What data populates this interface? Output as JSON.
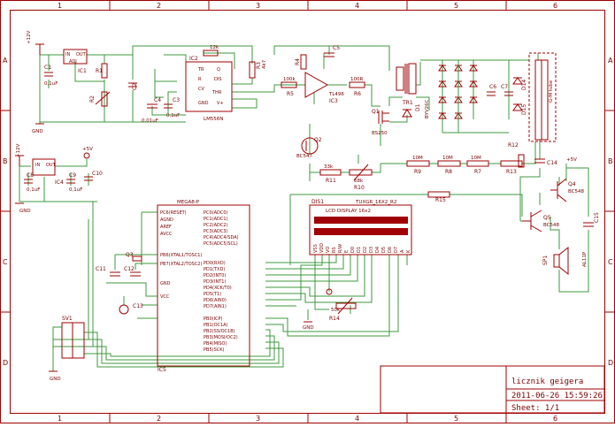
{
  "grid": {
    "columns": [
      "1",
      "2",
      "3",
      "4",
      "5",
      "6"
    ],
    "rows": [
      "A",
      "B",
      "C",
      "D"
    ]
  },
  "title_block": {
    "title": "licznik geigera",
    "datetime": "2011-06-26 15:59:26",
    "sheet": "Sheet: 1/1"
  },
  "power": {
    "vin": "+12V",
    "v12": "+12V",
    "v5a": "+5V",
    "v5b": "+5V",
    "gnd": "GND"
  },
  "parts": {
    "ic1": "IC1",
    "ic1_in": "IN",
    "ic1_out": "OUT",
    "ic1_adj": "ADJ",
    "c1": "C1",
    "c1v": "0,1uF",
    "r1": "R1",
    "r2": "R2",
    "c2": "C2",
    "ic2": "IC2",
    "ic2_type": "LM556N",
    "r_12k": "12k",
    "r3": "R3",
    "r3v": "4k7",
    "c3": "C3",
    "c3v": "0,1uF",
    "c4": "C4",
    "c4v": "0,01uF",
    "c5": "C5",
    "r4": "R4",
    "r5": "R5",
    "r5v": "100k",
    "ic3": "IC3",
    "ic3_type": "TL496",
    "r6": "R6",
    "r6v": "100R",
    "q1": "Q1",
    "q1_type": "BS250",
    "d1": "D1",
    "d1_type": "BYV26C",
    "tr1": "TR1",
    "q2": "Q2",
    "q2_type": "BC547",
    "r11": "R11",
    "r11v": "33k",
    "r10": "R10",
    "r10v": "68k",
    "r9": "R9",
    "r9v": "10M",
    "r8": "R8",
    "r8v": "10M",
    "r7": "R7",
    "r7v": "10M",
    "c6": "C6",
    "c7": "C7",
    "d14": "D14",
    "d15": "D15",
    "gm": "G-M tube",
    "r12": "R12",
    "r13": "R13",
    "c14": "C14",
    "c15": "C15",
    "q4": "Q4",
    "q4_type": "BC548",
    "q5": "Q5",
    "q5_type": "BC548",
    "sp1": "SP1",
    "sp1_type": "AL11P",
    "ic4": "IC4",
    "ic4_in": "IN",
    "ic4_out": "OUT",
    "c8": "C8",
    "c8v": "0,1uF",
    "c9": "C9",
    "c9v": "0,1uF",
    "c10": "C10",
    "mcu": "MEGA8-P",
    "c11": "C11",
    "c12": "C12",
    "q3": "Q3",
    "c13": "C13",
    "r14": "R14",
    "r14v": "50k",
    "dis": "DIS1",
    "dis_part": "TUXGR_16X2_R2",
    "dis_title": "LCD DISPLAY 16x2",
    "r15": "R15",
    "sv1": "SV1",
    "ic5": "IC5"
  },
  "mcu_pins_left": [
    "PC6(RESET)",
    "AGND",
    "AREF",
    "AVCC",
    "PB6(XTAL1/TOSC1)",
    "PB7(XTAL2/TOSC2)",
    "GND",
    "VCC"
  ],
  "mcu_pins_right": [
    "PC0(ADC0)",
    "PC1(ADC1)",
    "PC2(ADC2)",
    "PC3(ADC3)",
    "PC4(ADC4/SDA)",
    "PC5(ADC5/SCL)",
    "PD0(RXD)",
    "PD1(TXD)",
    "PD2(INT0)",
    "PD3(INT1)",
    "PD4(XCK/T0)",
    "PD5(T1)",
    "PD6(AIN0)",
    "PD7(AIN1)",
    "PB0(ICP)",
    "PB1(OC1A)",
    "PB2(SS/OC1B)",
    "PB3(MOSI/OC2)",
    "PB4(MISO)",
    "PB5(SCK)"
  ],
  "lcd_pins": [
    "VSS",
    "VDD",
    "VO",
    "RS",
    "R/W",
    "E",
    "D0",
    "D1",
    "D2",
    "D3",
    "D4",
    "D5",
    "D6",
    "D7",
    "A",
    "K"
  ],
  "ic2_pins": [
    "TR",
    "Q",
    "R",
    "CV",
    "GND",
    "DIS",
    "THR",
    "V+"
  ]
}
